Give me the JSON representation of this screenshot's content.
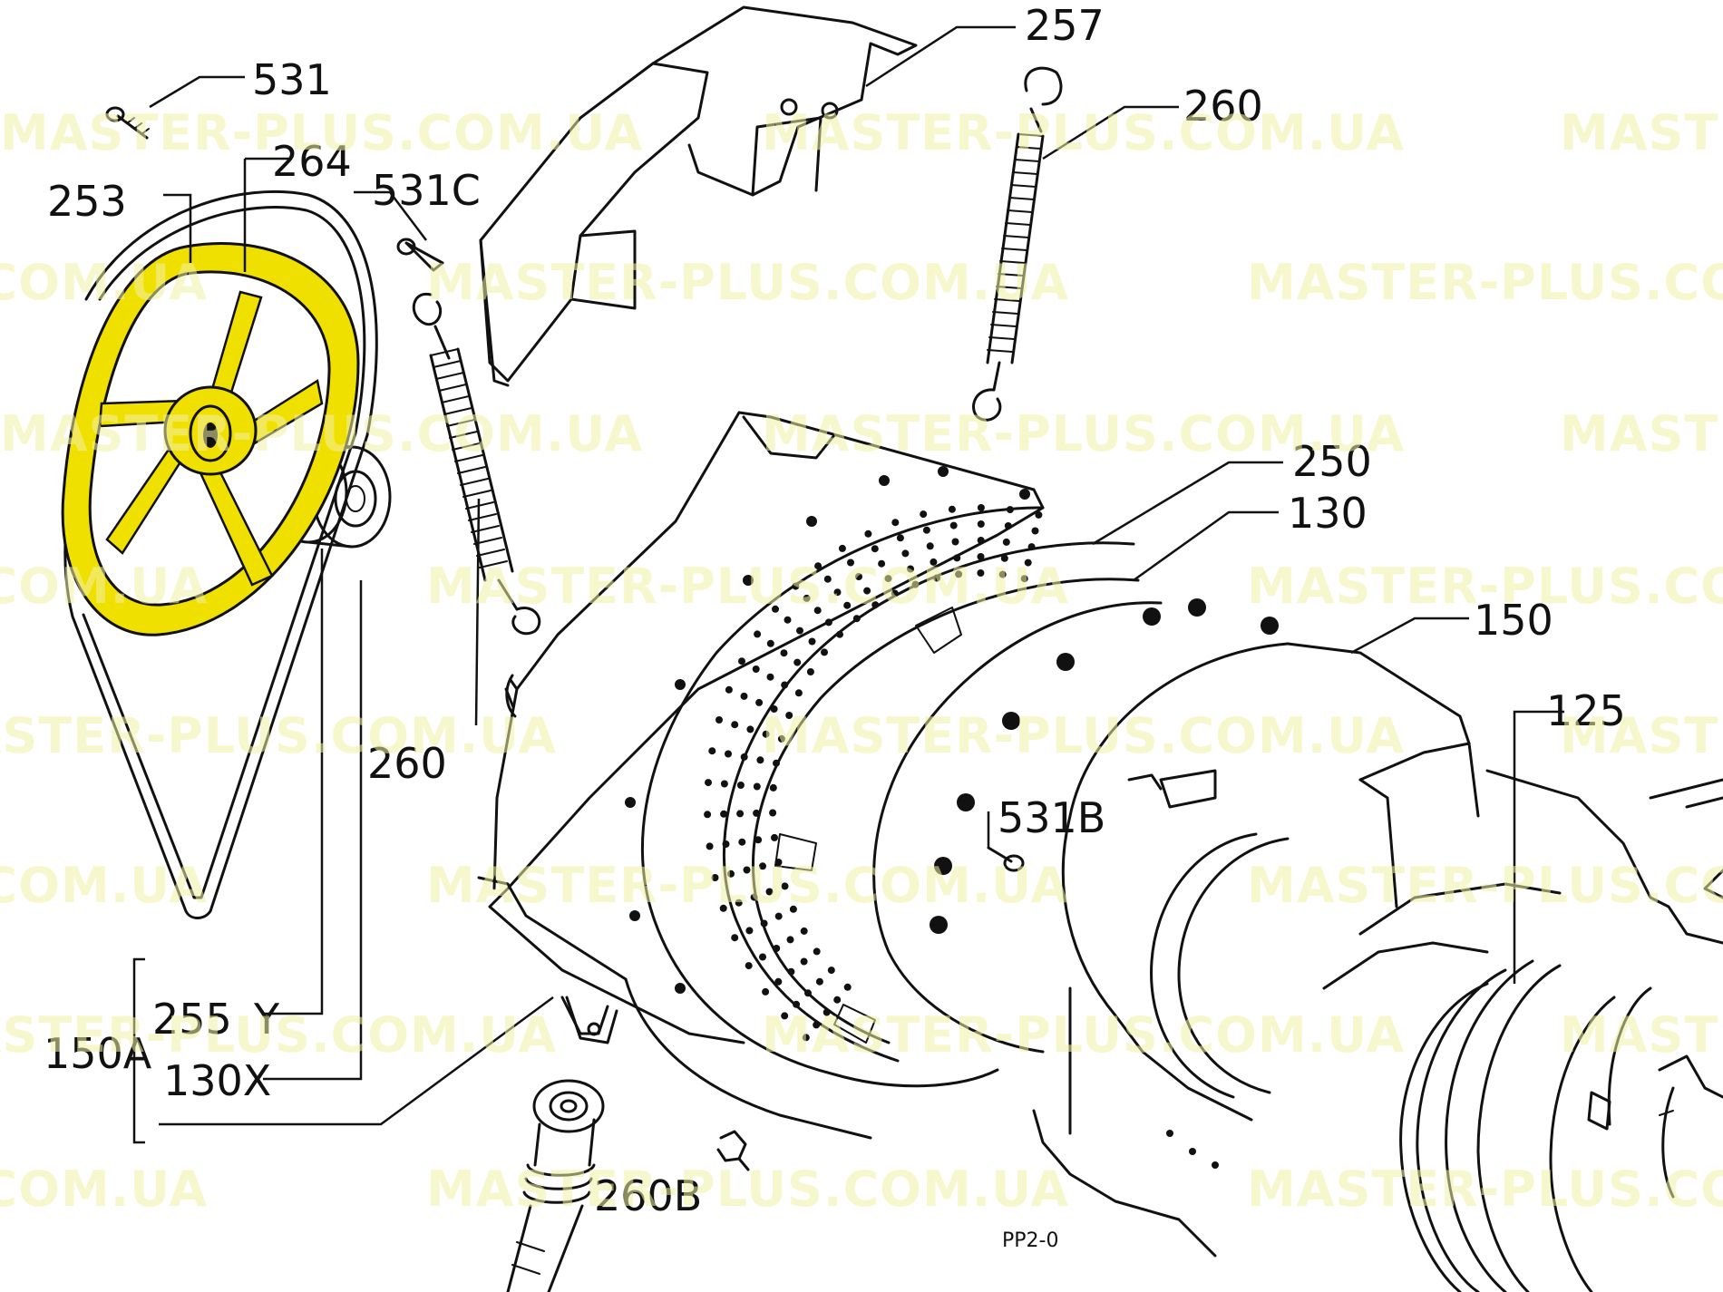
{
  "colors": {
    "highlight": "#f0e000",
    "line": "#111111",
    "watermark": "#f2f2a6",
    "background": "#ffffff"
  },
  "highlighted_part": "264",
  "labels": {
    "l531": "531",
    "l264": "264",
    "l253": "253",
    "l531c": "531C",
    "l257": "257",
    "l260_top": "260",
    "l260_mid": "260",
    "l250": "250",
    "l130": "130",
    "l150": "150",
    "l125": "125",
    "l531b": "531B",
    "l255": "255",
    "l150a": "150A",
    "l130x": "130X",
    "ly": "Y",
    "l260b": "260B"
  },
  "watermarks": [
    "MASTER-PLUS.COM.UA",
    "MASTER-PLUS.COM.UA",
    "MASTER-PLUS.COM.UA",
    "MASTER-PLUS.COM.UA",
    "MASTER-PLUS.COM.UA",
    "MASTER-PLUS.COM.UA",
    "MASTER-PLUS.COM.UA",
    "MASTER-PLUS.COM.UA",
    "MASTER-PLUS.COM.UA",
    "MASTER-PLUS.COM.UA",
    "MASTER-PLUS.COM.UA",
    "MASTER-PLUS.COM.UA",
    "MASTER-PLUS.COM.UA",
    "MASTER-PLUS.COM.UA",
    "MASTER-PLUS.COM.UA",
    "MASTER-PLUS.COM.UA",
    "MASTER-PLUS.COM.UA",
    "MASTER-PLUS.COM.UA",
    "MASTER-PLUS.COM.UA",
    "MASTER-PLUS.COM.UA",
    "MASTER-PLUS.COM.UA",
    "MASTER-PLUS.COM.UA",
    "MASTER-PLUS.COM.UA",
    "MASTER-PLUS.COM.UA"
  ]
}
